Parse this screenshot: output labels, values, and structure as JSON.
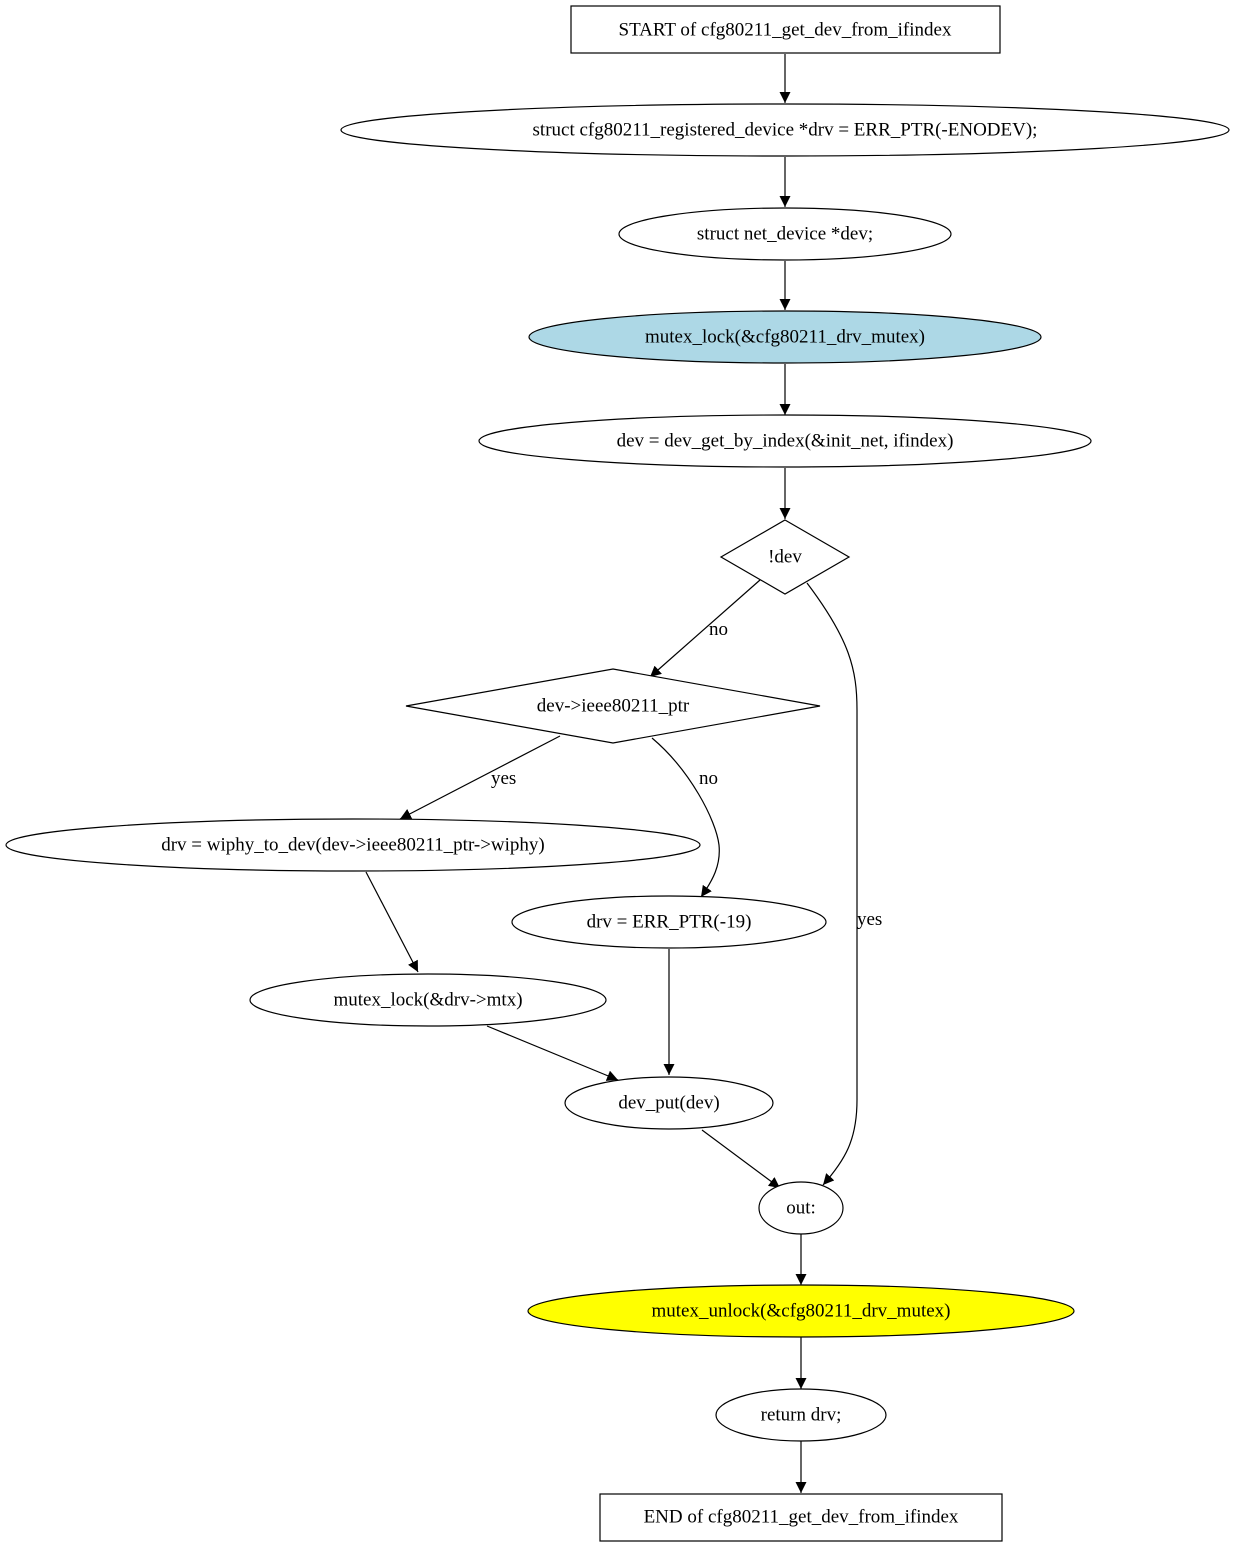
{
  "diagram": {
    "nodes": {
      "start": {
        "label": "START of cfg80211_get_dev_from_ifindex",
        "shape": "box",
        "fill": "#ffffff"
      },
      "n1": {
        "label": "struct cfg80211_registered_device *drv = ERR_PTR(-ENODEV);",
        "shape": "ellipse",
        "fill": "#ffffff"
      },
      "n2": {
        "label": "struct net_device *dev;",
        "shape": "ellipse",
        "fill": "#ffffff"
      },
      "n3": {
        "label": "mutex_lock(&cfg80211_drv_mutex)",
        "shape": "ellipse",
        "fill": "#add8e6"
      },
      "n4": {
        "label": "dev = dev_get_by_index(&init_net, ifindex)",
        "shape": "ellipse",
        "fill": "#ffffff"
      },
      "d1": {
        "label": "!dev",
        "shape": "diamond",
        "fill": "#ffffff"
      },
      "d2": {
        "label": "dev->ieee80211_ptr",
        "shape": "diamond",
        "fill": "#ffffff"
      },
      "n5": {
        "label": "drv = wiphy_to_dev(dev->ieee80211_ptr->wiphy)",
        "shape": "ellipse",
        "fill": "#ffffff"
      },
      "n6": {
        "label": "drv = ERR_PTR(-19)",
        "shape": "ellipse",
        "fill": "#ffffff"
      },
      "n7": {
        "label": "mutex_lock(&drv->mtx)",
        "shape": "ellipse",
        "fill": "#ffffff"
      },
      "n8": {
        "label": "dev_put(dev)",
        "shape": "ellipse",
        "fill": "#ffffff"
      },
      "n9": {
        "label": "out:",
        "shape": "ellipse",
        "fill": "#ffffff"
      },
      "n10": {
        "label": "mutex_unlock(&cfg80211_drv_mutex)",
        "shape": "ellipse",
        "fill": "#ffff00"
      },
      "n11": {
        "label": "return drv;",
        "shape": "ellipse",
        "fill": "#ffffff"
      },
      "end": {
        "label": "END of cfg80211_get_dev_from_ifindex",
        "shape": "box",
        "fill": "#ffffff"
      }
    },
    "edges": [
      {
        "from": "start",
        "to": "n1",
        "label": ""
      },
      {
        "from": "n1",
        "to": "n2",
        "label": ""
      },
      {
        "from": "n2",
        "to": "n3",
        "label": ""
      },
      {
        "from": "n3",
        "to": "n4",
        "label": ""
      },
      {
        "from": "n4",
        "to": "d1",
        "label": ""
      },
      {
        "from": "d1",
        "to": "d2",
        "label": "no"
      },
      {
        "from": "d1",
        "to": "n9",
        "label": "yes"
      },
      {
        "from": "d2",
        "to": "n5",
        "label": "yes"
      },
      {
        "from": "d2",
        "to": "n6",
        "label": "no"
      },
      {
        "from": "n5",
        "to": "n7",
        "label": ""
      },
      {
        "from": "n6",
        "to": "n8",
        "label": ""
      },
      {
        "from": "n7",
        "to": "n8",
        "label": ""
      },
      {
        "from": "n8",
        "to": "n9",
        "label": ""
      },
      {
        "from": "n9",
        "to": "n10",
        "label": ""
      },
      {
        "from": "n10",
        "to": "n11",
        "label": ""
      },
      {
        "from": "n11",
        "to": "end",
        "label": ""
      }
    ]
  }
}
